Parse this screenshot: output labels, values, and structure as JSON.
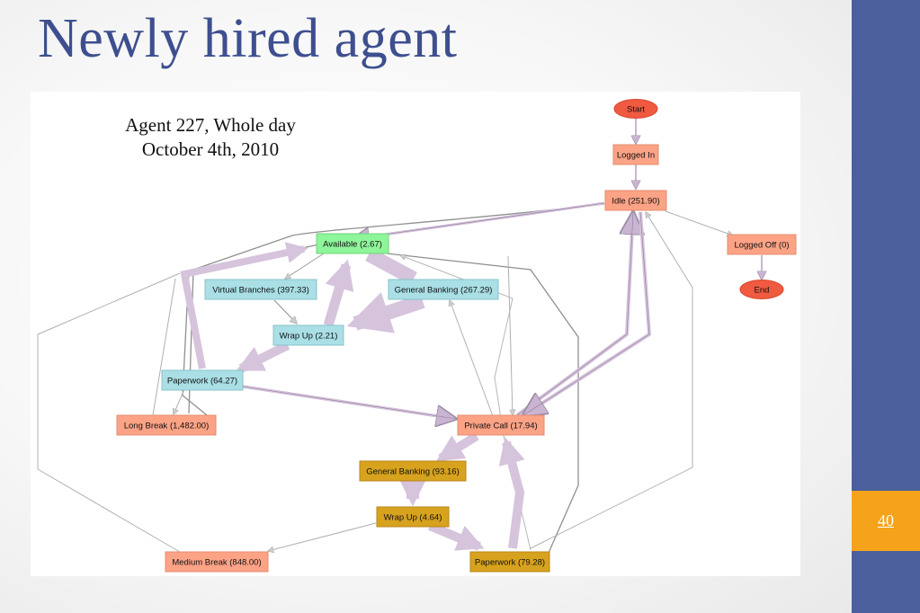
{
  "slide": {
    "title": "Newly hired agent",
    "caption_line1": "Agent 227, Whole day",
    "caption_line2": "October 4th, 2010",
    "page_number": "40"
  },
  "colors": {
    "title": "#3e4f8f",
    "sidebar": "#4a5f9c",
    "page_badge": "#f5a31a",
    "terminal_node": "#f05a40",
    "salmon_node": "#fca386",
    "green_node": "#8ff59a",
    "blue_node": "#a9dfe5",
    "gold_node": "#d7a21e",
    "thick_edge": "#d6c3dc"
  },
  "nodes": [
    {
      "id": "start",
      "label": "Start",
      "style": "terminal"
    },
    {
      "id": "logged_in",
      "label": "Logged In",
      "style": "salmon"
    },
    {
      "id": "idle",
      "label": "Idle  (251.90)",
      "style": "salmon"
    },
    {
      "id": "logged_off",
      "label": "Logged Off  (0)",
      "style": "salmon"
    },
    {
      "id": "end",
      "label": "End",
      "style": "terminal"
    },
    {
      "id": "available",
      "label": "Available  (2.67)",
      "style": "green"
    },
    {
      "id": "virtual",
      "label": "Virtual Branches  (397.33)",
      "style": "blue"
    },
    {
      "id": "gen_bank1",
      "label": "General Banking  (267.29)",
      "style": "blue"
    },
    {
      "id": "wrap1",
      "label": "Wrap Up  (2.21)",
      "style": "blue"
    },
    {
      "id": "paper1",
      "label": "Paperwork  (64.27)",
      "style": "blue"
    },
    {
      "id": "long_break",
      "label": "Long Break  (1,482.00)",
      "style": "salmon"
    },
    {
      "id": "private",
      "label": "Private Call  (17.94)",
      "style": "salmon"
    },
    {
      "id": "gen_bank2",
      "label": "General Banking  (93.16)",
      "style": "gold"
    },
    {
      "id": "wrap2",
      "label": "Wrap Up  (4.64)",
      "style": "gold"
    },
    {
      "id": "medium_break",
      "label": "Medium Break  (848.00)",
      "style": "salmon"
    },
    {
      "id": "paper2",
      "label": "Paperwork  (79.28)",
      "style": "gold"
    }
  ]
}
